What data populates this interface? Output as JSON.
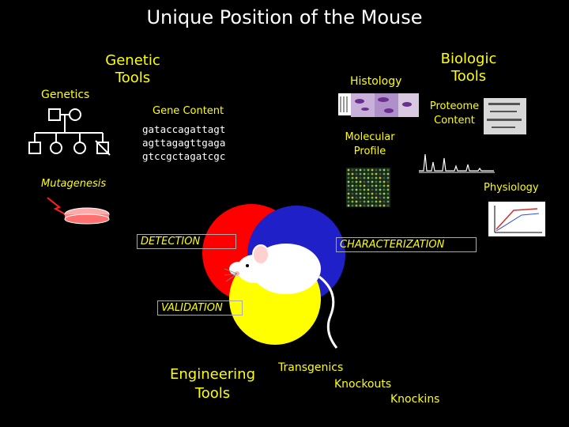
{
  "title": "Unique Position of the Mouse",
  "labels": {
    "genetics": "Genetics",
    "genetic_tools": "Genetic Tools",
    "gene_content": "Gene Content",
    "sequence": [
      "gataccagattagt",
      "agttagagttgaga",
      "gtccgctagatcgc"
    ],
    "mutagenesis": "Mutagenesis",
    "histology": "Histology",
    "biologic_tools": "Biologic Tools",
    "proteome_content": "Proteome Content",
    "molecular_profile": "Molecular Profile",
    "physiology": "Physiology",
    "detection": "DETECTION",
    "characterization": "CHARACTERIZATION",
    "validation": "VALIDATION",
    "engineering_tools": "Engineering Tools",
    "transgenics": "Transgenics",
    "knockouts": "Knockouts",
    "knockins": "Knockins"
  },
  "colors": {
    "text_yellow": "#ffff00",
    "circle_red": "#ff0000",
    "circle_blue": "#2020c8",
    "circle_yellow": "#ffff00",
    "background": "#000000"
  }
}
